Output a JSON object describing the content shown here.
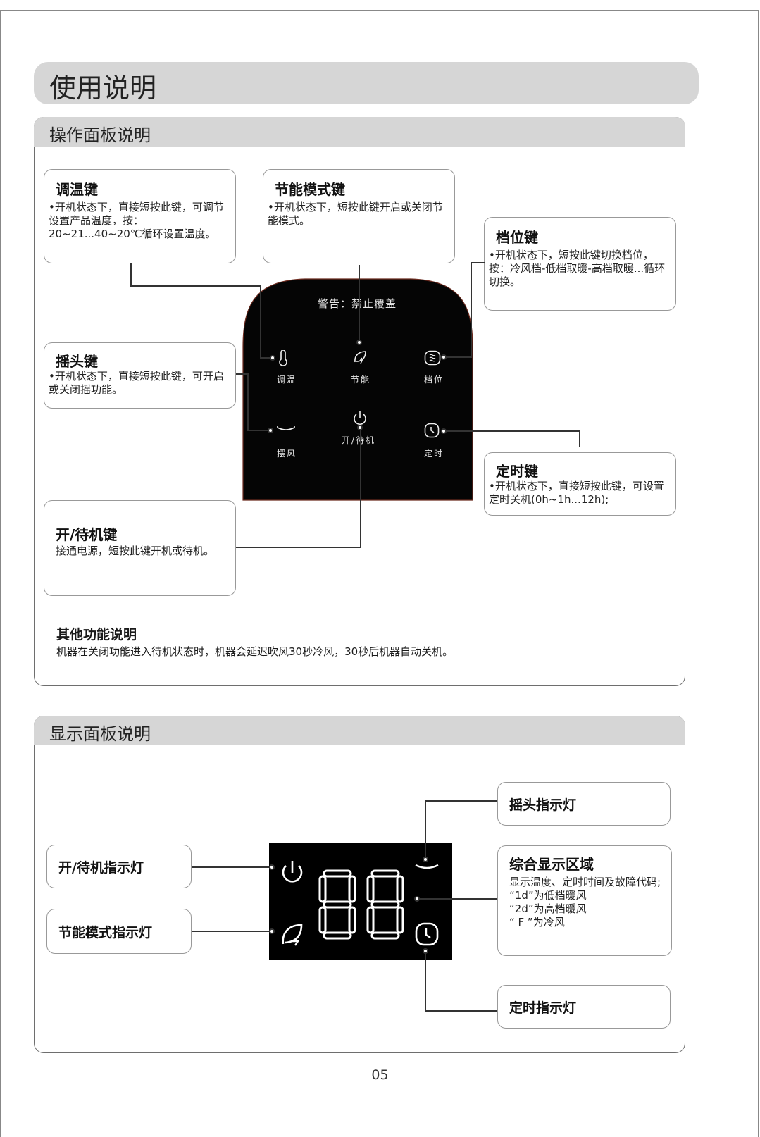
{
  "page": {
    "title": "使用说明",
    "page_number": "05"
  },
  "operation_panel": {
    "header": "操作面板说明",
    "warning": "警告：禁止覆盖",
    "button_labels": {
      "temp": "调温",
      "eco": "节能",
      "gear": "档位",
      "swing": "摆风",
      "power": "开/待机",
      "timer": "定时"
    },
    "callouts": {
      "temp": {
        "title": "调温键",
        "body": "•开机状态下，直接短按此键，可调节设置产品温度，按：20~21...40~20℃循环设置温度。"
      },
      "eco": {
        "title": "节能模式键",
        "body": "•开机状态下，短按此键开启或关闭节能模式。"
      },
      "gear": {
        "title": "档位键",
        "body": "•开机状态下，短按此键切换档位，按：冷风档-低档取暖-高档取暖...循环切换。"
      },
      "swing": {
        "title": "摇头键",
        "body": "•开机状态下，直接短按此键，可开启或关闭摇功能。"
      },
      "timer": {
        "title": "定时键",
        "body": "•开机状态下，直接短按此键，可设置定时关机(0h~1h...12h);"
      },
      "power": {
        "title": "开/待机键",
        "body": "接通电源，短按此键开机或待机。"
      }
    },
    "other": {
      "title": "其他功能说明",
      "text": "机器在关闭功能进入待机状态时，机器会延迟吹风30秒冷风，30秒后机器自动关机。"
    }
  },
  "display_panel": {
    "header": "显示面板说明",
    "digits": "88",
    "callouts": {
      "swing_light": "摇头指示灯",
      "power_light": "开/待机指示灯",
      "eco_light": "节能模式指示灯",
      "timer_light": "定时指示灯",
      "display_area": {
        "title": "综合显示区域",
        "lines": [
          "显示温度、定时时间及故障代码;",
          "“1d”为低档暖风",
          "“2d”为高档暖风",
          "“ F ”为冷风"
        ]
      }
    }
  }
}
